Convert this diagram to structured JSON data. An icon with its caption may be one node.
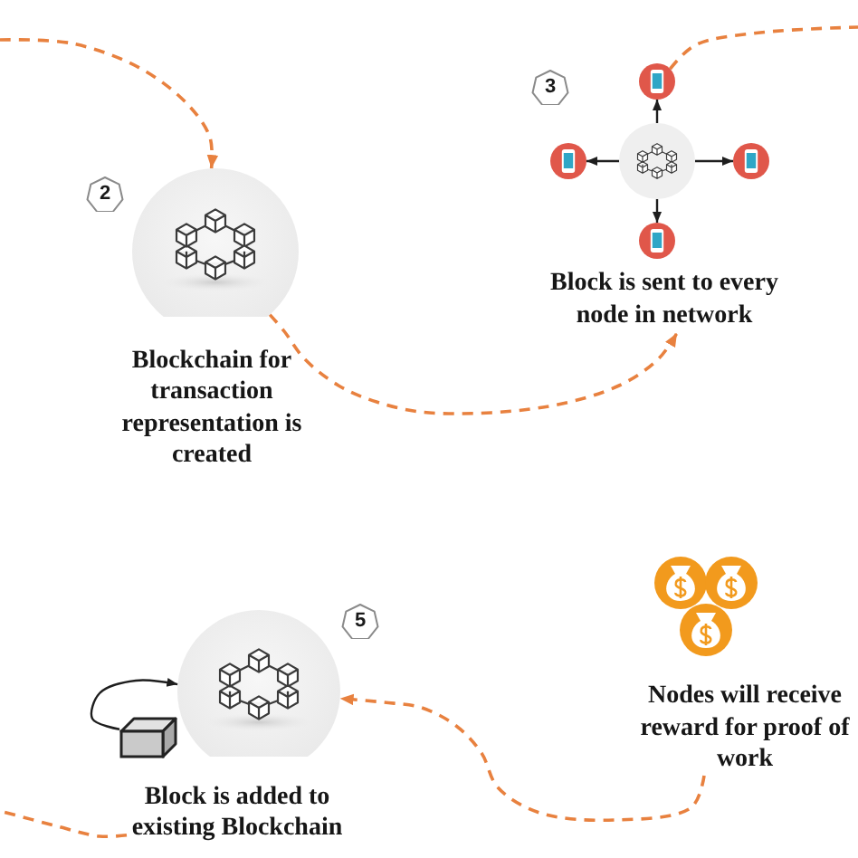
{
  "diagram": {
    "nodes": [
      {
        "text": [
          "2"
        ]
      },
      {
        "text": [],
        "shape": "circle",
        "beside": [
          "Blockchain for transaction representation is created"
        ]
      },
      {
        "text": [
          "3"
        ]
      },
      {
        "text": [],
        "shape": "circle"
      },
      {
        "text": [],
        "shape": "circle"
      },
      {
        "text": [],
        "shape": "circle"
      },
      {
        "text": [],
        "shape": "circle"
      },
      {
        "text": [],
        "shape": "circle"
      },
      {
        "text": [
          "Block is sent to every node in network"
        ]
      },
      {
        "text": [
          "Nodes will receive reward for proof of work"
        ]
      },
      {
        "text": [
          "5"
        ]
      },
      {
        "text": [],
        "shape": "circle"
      },
      {
        "text": [],
        "shape": "box"
      },
      {
        "text": [
          "Block is added to existing Blockchain"
        ]
      }
    ],
    "edges": [
      {
        "from": null,
        "to": 1,
        "arrow": "to",
        "style": "dashed"
      },
      {
        "from": 1,
        "to": 8,
        "arrow": "to",
        "style": "dashed"
      },
      {
        "from": 5,
        "to": 3,
        "arrow": "to",
        "color": "#1e1e1e"
      },
      {
        "from": 5,
        "to": 4,
        "arrow": "to",
        "color": "#1e1e1e"
      },
      {
        "from": 5,
        "to": 6,
        "arrow": "to",
        "color": "#1e1e1e"
      },
      {
        "from": 5,
        "to": 7,
        "arrow": "to",
        "color": "#1e1e1e"
      },
      {
        "from": 3,
        "to": null,
        "arrow": "none",
        "style": "dashed"
      },
      {
        "from": 9,
        "to": 11,
        "arrow": "to",
        "style": "dashed"
      },
      {
        "from": 13,
        "to": null,
        "arrow": "none",
        "style": "dashed"
      },
      {
        "from": 12,
        "to": 11,
        "arrow": "to",
        "color": "#1e1e1e"
      }
    ]
  }
}
